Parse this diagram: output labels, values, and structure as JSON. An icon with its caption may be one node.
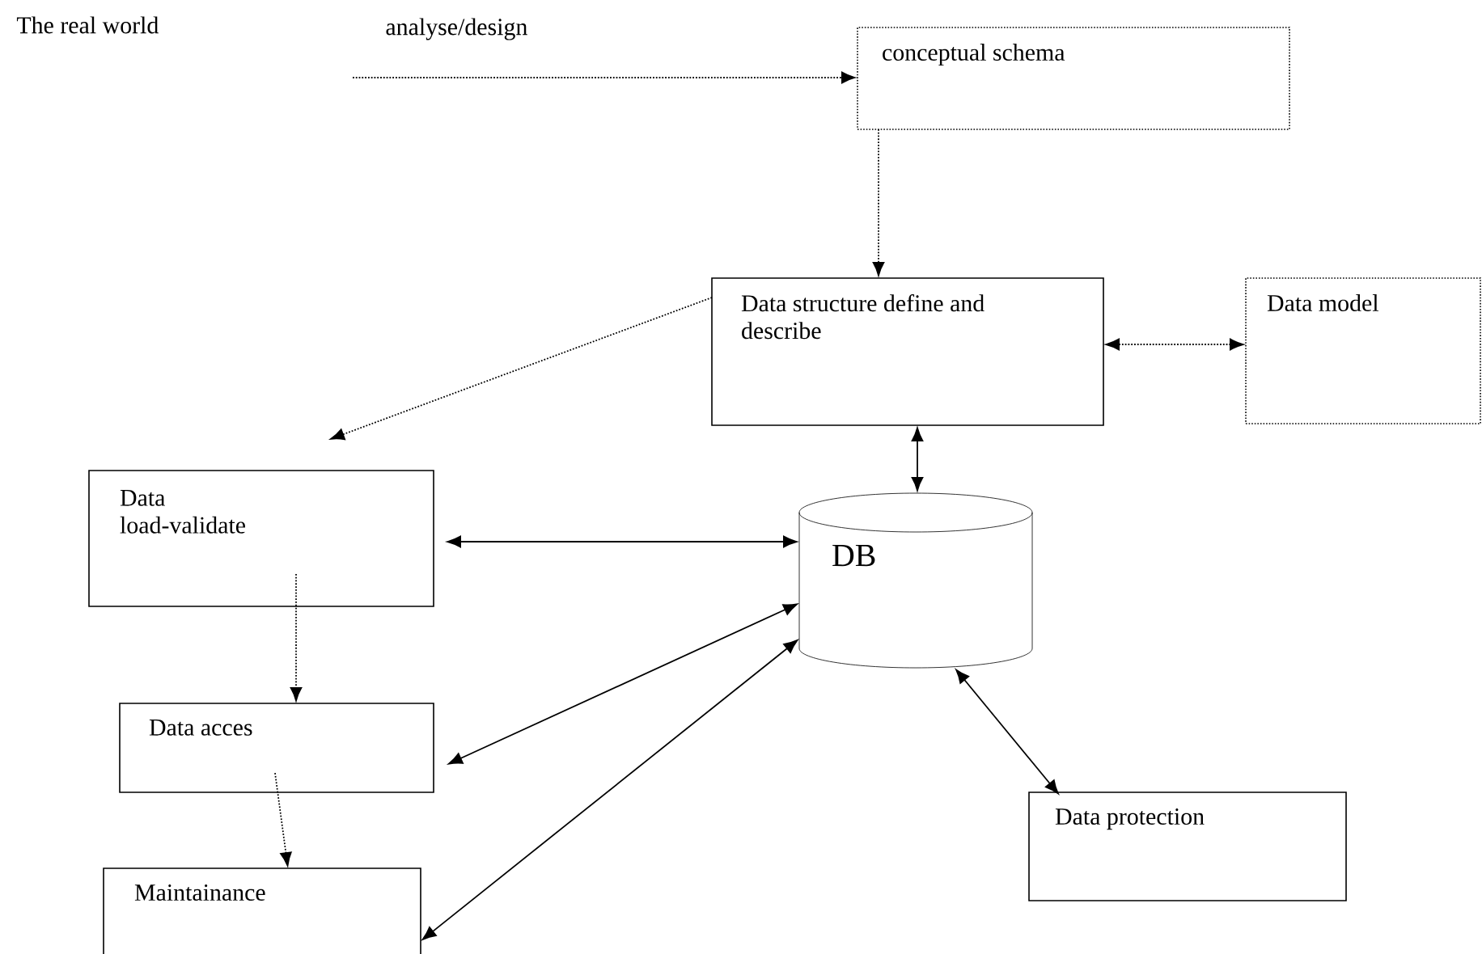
{
  "diagram": {
    "nodes": [
      {
        "text": [
          "conceptual schema"
        ]
      },
      {
        "text": [
          "Data structure define and describe"
        ]
      },
      {
        "text": [
          "Data model"
        ]
      },
      {
        "text": [
          "Data load-validate"
        ]
      },
      {
        "text": [
          "DB"
        ]
      },
      {
        "text": [
          "Data acces"
        ]
      },
      {
        "text": [
          "Maintainance"
        ]
      },
      {
        "text": [
          "Data protection"
        ]
      }
    ],
    "edges": [
      {
        "from": null,
        "to": 0,
        "arrow": "to",
        "label": "analyse/design",
        "style": "dashed"
      },
      {
        "from": 0,
        "to": 1,
        "arrow": "to",
        "style": "dashed"
      },
      {
        "from": 1,
        "to": 2,
        "arrow": "both",
        "style": "dashed"
      },
      {
        "from": 1,
        "to": 3,
        "arrow": "to",
        "style": "dashed"
      },
      {
        "from": 1,
        "to": 4,
        "arrow": "both"
      },
      {
        "from": 3,
        "to": 4,
        "arrow": "both"
      },
      {
        "from": 3,
        "to": 5,
        "arrow": "to",
        "style": "dashed"
      },
      {
        "from": 5,
        "to": 6,
        "arrow": "to",
        "style": "dashed"
      },
      {
        "from": 5,
        "to": 4,
        "arrow": "both"
      },
      {
        "from": 6,
        "to": 4,
        "arrow": "both"
      },
      {
        "from": 4,
        "to": 7,
        "arrow": "both"
      }
    ],
    "labels": [
      "The real world"
    ]
  }
}
